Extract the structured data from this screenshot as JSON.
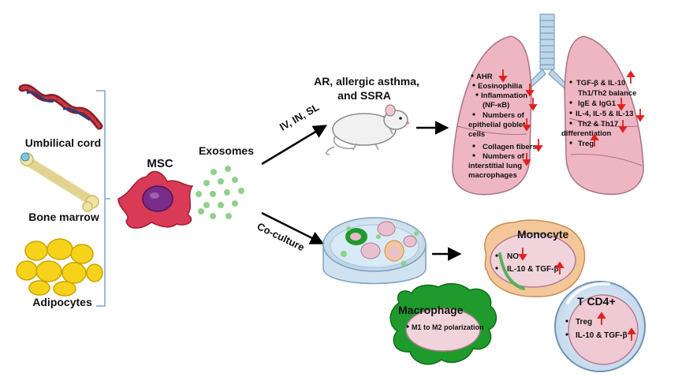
{
  "sources": [
    {
      "label": "Umbilical cord",
      "icon": "umbilical-cord-icon"
    },
    {
      "label": "Bone marrow",
      "icon": "bone-icon"
    },
    {
      "label": "Adipocytes",
      "icon": "adipocytes-icon"
    }
  ],
  "msc_label": "MSC",
  "exosomes_label": "Exosomes",
  "route_label": "IV, IN, SL",
  "coculture_label": "Co-culture",
  "disease_label_line1": "AR, allergic asthma,",
  "disease_label_line2": "and SSRA",
  "left_lung_effects": [
    {
      "text": "AHR",
      "arrow": "down"
    },
    {
      "text": "Eosinophilia",
      "arrow": "down"
    },
    {
      "text": "Inflammation",
      "arrow": "down"
    },
    {
      "text": "(NF-κB)",
      "arrow": ""
    },
    {
      "text": "Numbers of",
      "arrow": ""
    },
    {
      "text": "epithelial goblet",
      "arrow": "down"
    },
    {
      "text": "cells",
      "arrow": ""
    },
    {
      "text": "Collagen fibers",
      "arrow": "down"
    },
    {
      "text": "Numbers of",
      "arrow": "down"
    },
    {
      "text": "interstitial lung",
      "arrow": ""
    },
    {
      "text": "macrophages",
      "arrow": ""
    }
  ],
  "right_lung_effects": [
    {
      "text": "TGF-β & IL-10",
      "arrow": "up"
    },
    {
      "text": "Th1/Th2 balance",
      "arrow": ""
    },
    {
      "text": "IgE & IgG1",
      "arrow": "down"
    },
    {
      "text": "IL-4, IL-5 & IL-13",
      "arrow": "down"
    },
    {
      "text": "Th2 & Th17",
      "arrow": "down"
    },
    {
      "text": "differentiation",
      "arrow": ""
    },
    {
      "text": "Treg",
      "arrow": "up"
    }
  ],
  "monocyte": {
    "title": "Monocyte",
    "items": [
      {
        "text": "NO",
        "arrow": "down"
      },
      {
        "text": "IL-10 & TGF-β",
        "arrow": "up"
      }
    ]
  },
  "macrophage": {
    "title": "Macrophage",
    "item": "M1 to M2 polarization"
  },
  "tcell": {
    "title": "T CD4+",
    "items": [
      {
        "text": "Treg",
        "arrow": "up"
      },
      {
        "text": "IL-10 & TGF-β",
        "arrow": "up"
      }
    ]
  },
  "colors": {
    "arrow_red": "#e0201a",
    "exosome_green": "#8fd18a",
    "lung_pink": "#eeb6c3",
    "macrophage_green": "#1f9a2c",
    "msc_red": "#d93a55"
  }
}
